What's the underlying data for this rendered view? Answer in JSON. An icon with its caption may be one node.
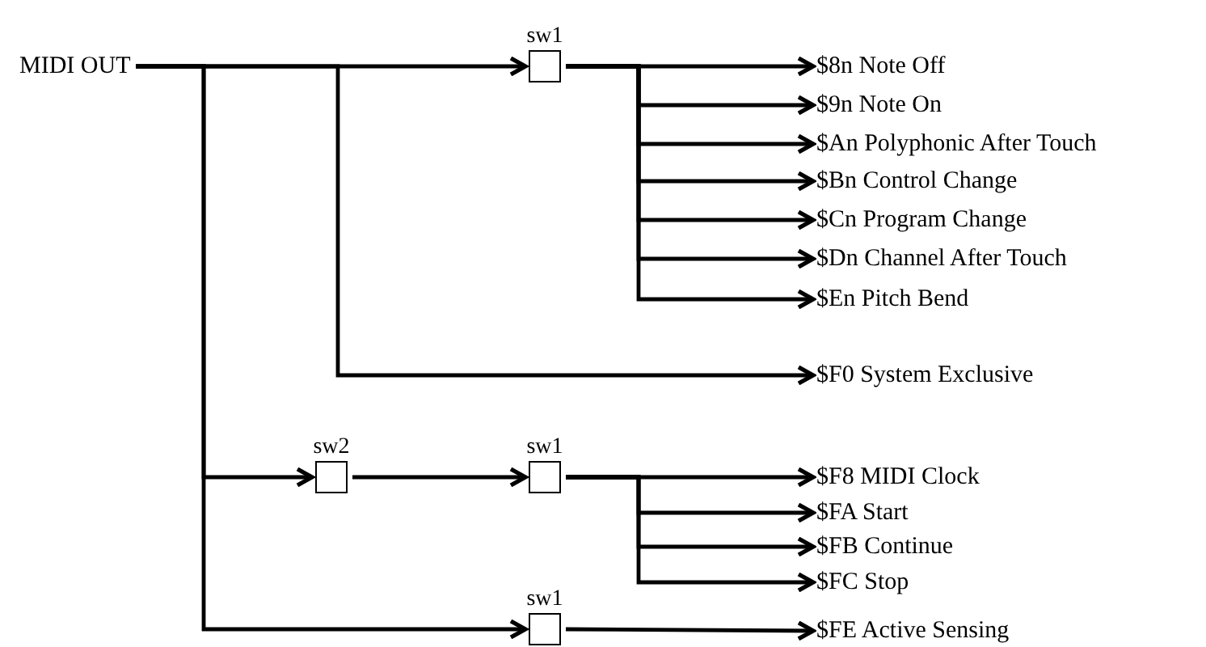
{
  "diagram": {
    "nodes": [
      {
        "text": [
          "MIDI OUT"
        ]
      },
      {
        "text": [
          "sw1"
        ]
      },
      {
        "text": [
          "sw2"
        ]
      },
      {
        "text": [
          "sw1"
        ]
      },
      {
        "text": [
          "sw1"
        ]
      },
      {
        "text": [
          "$8n Note Off"
        ]
      },
      {
        "text": [
          "$9n Note On"
        ]
      },
      {
        "text": [
          "$An Polyphonic After Touch"
        ]
      },
      {
        "text": [
          "$Bn Control Change"
        ]
      },
      {
        "text": [
          "$Cn Program Change"
        ]
      },
      {
        "text": [
          "$Dn Channel After Touch"
        ]
      },
      {
        "text": [
          "$En Pitch Bend"
        ]
      },
      {
        "text": [
          "$F0 System Exclusive"
        ]
      },
      {
        "text": [
          "$F8 MIDI Clock"
        ]
      },
      {
        "text": [
          "$FA Start"
        ]
      },
      {
        "text": [
          "$FB Continue"
        ]
      },
      {
        "text": [
          "$FC Stop"
        ]
      },
      {
        "text": [
          "$FE Active Sensing"
        ]
      }
    ],
    "edges": [
      {
        "from": 0,
        "to": 1,
        "arrow": "to"
      },
      {
        "from": 1,
        "to": 5,
        "arrow": "to"
      },
      {
        "from": 1,
        "to": 6,
        "arrow": "to"
      },
      {
        "from": 1,
        "to": 7,
        "arrow": "to"
      },
      {
        "from": 1,
        "to": 8,
        "arrow": "to"
      },
      {
        "from": 1,
        "to": 9,
        "arrow": "to"
      },
      {
        "from": 1,
        "to": 10,
        "arrow": "to"
      },
      {
        "from": 1,
        "to": 11,
        "arrow": "to"
      },
      {
        "from": 0,
        "to": 12,
        "arrow": "to"
      },
      {
        "from": 0,
        "to": 2,
        "arrow": "to"
      },
      {
        "from": 2,
        "to": 3,
        "arrow": "to"
      },
      {
        "from": 3,
        "to": 13,
        "arrow": "to"
      },
      {
        "from": 3,
        "to": 14,
        "arrow": "to"
      },
      {
        "from": 3,
        "to": 15,
        "arrow": "to"
      },
      {
        "from": 3,
        "to": 16,
        "arrow": "to"
      },
      {
        "from": 0,
        "to": 4,
        "arrow": "to"
      },
      {
        "from": 4,
        "to": 17,
        "arrow": "to"
      }
    ]
  }
}
